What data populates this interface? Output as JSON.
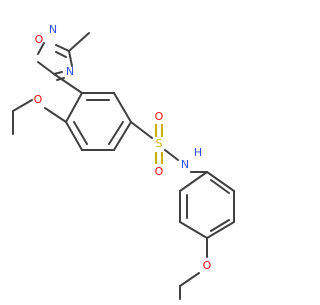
{
  "molecule": {
    "atom_labels": {
      "oxadiazole_o": "O",
      "oxadiazole_n2": "N",
      "oxadiazole_n4": "N",
      "ether_o_top": "O",
      "sulfonyl_o_top": "O",
      "sulfonyl_o_bottom": "O",
      "sulfur": "S",
      "amide_n": "N",
      "amide_h": "H",
      "ether_o_bottom": "O"
    },
    "colors": {
      "bond": "#404040",
      "oxygen": "#ff0d0d",
      "nitrogen": "#3050f8",
      "sulfur": "#c8b400"
    }
  }
}
